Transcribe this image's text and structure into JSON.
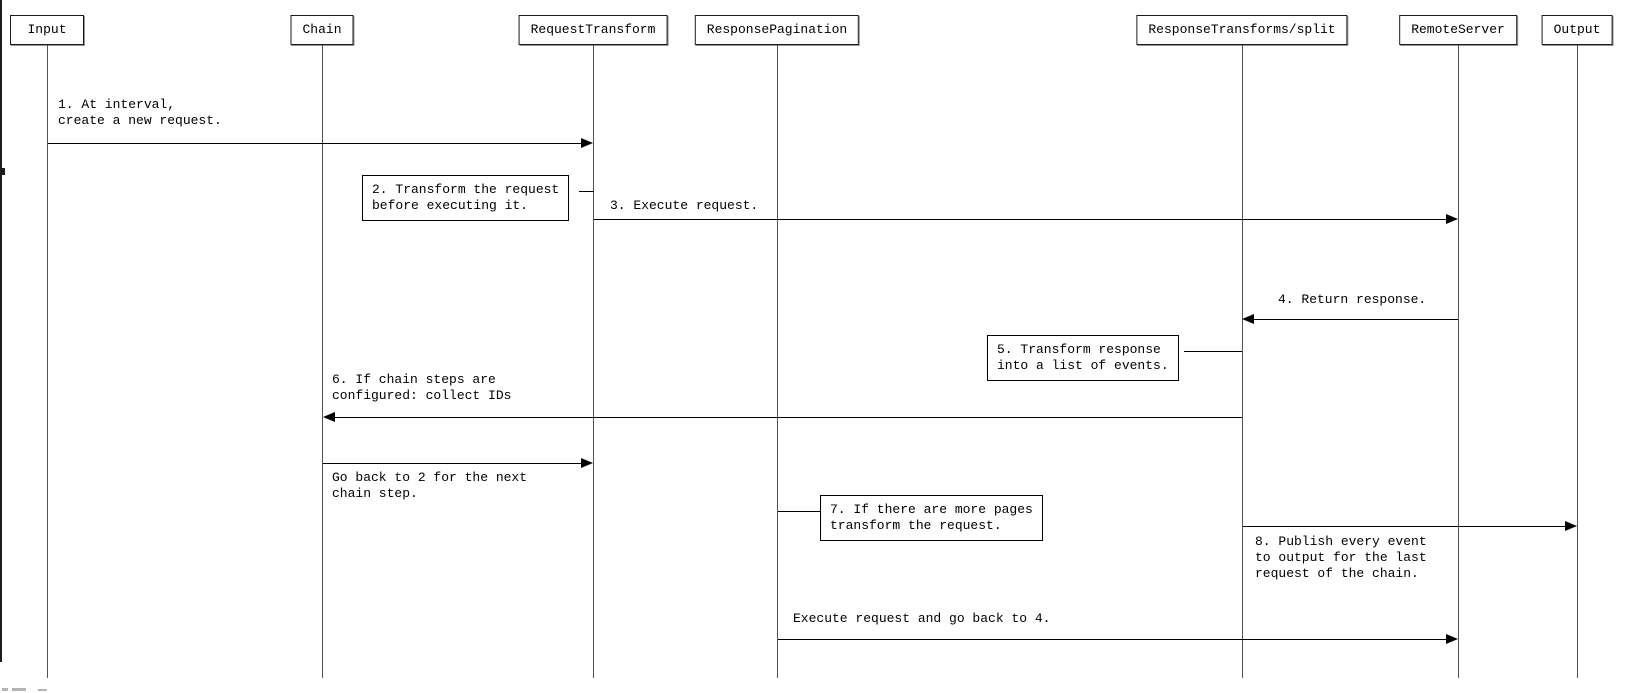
{
  "diagram": {
    "type": "sequence",
    "actors": [
      {
        "label": "Input"
      },
      {
        "label": "Chain"
      },
      {
        "label": "RequestTransform"
      },
      {
        "label": "ResponsePagination"
      },
      {
        "label": "ResponseTransforms/split"
      },
      {
        "label": "RemoteServer"
      },
      {
        "label": "Output"
      }
    ],
    "messages": [
      {
        "from": "Input",
        "to": "RequestTransform",
        "direction": "right",
        "lines": [
          "1. At interval,",
          "create a new request."
        ]
      },
      {
        "from": "RequestTransform",
        "to": "RemoteServer",
        "direction": "right",
        "lines": [
          "3. Execute request."
        ]
      },
      {
        "from": "RemoteServer",
        "to": "ResponseTransforms/split",
        "direction": "left",
        "lines": [
          "4. Return response."
        ]
      },
      {
        "from": "ResponseTransforms/split",
        "to": "Chain",
        "direction": "left",
        "lines": [
          "6. If chain steps are",
          "configured: collect IDs"
        ]
      },
      {
        "from": "Chain",
        "to": "RequestTransform",
        "direction": "right",
        "lines": [
          "Go back to 2 for the next",
          "chain step."
        ]
      },
      {
        "from": "ResponseTransforms/split",
        "to": "Output",
        "direction": "right",
        "lines": [
          "8. Publish every event",
          "to output for the last",
          "request of the chain."
        ]
      },
      {
        "from": "ResponsePagination",
        "to": "RemoteServer",
        "direction": "right",
        "lines": [
          "Execute request and go back to 4."
        ]
      }
    ],
    "notes": [
      {
        "attached_to": "RequestTransform",
        "side": "right",
        "lines": [
          "2. Transform the request",
          "before executing it."
        ]
      },
      {
        "attached_to": "ResponseTransforms/split",
        "side": "right",
        "lines": [
          "5. Transform response",
          "into a list of events."
        ]
      },
      {
        "attached_to": "ResponsePagination",
        "side": "left",
        "lines": [
          "7. If there are more pages",
          "transform the request."
        ]
      }
    ],
    "colors": {
      "background": "#ffffff",
      "arrow": "#000000",
      "lifeline": "#55544a",
      "box_border": "#1a1a1a"
    }
  }
}
